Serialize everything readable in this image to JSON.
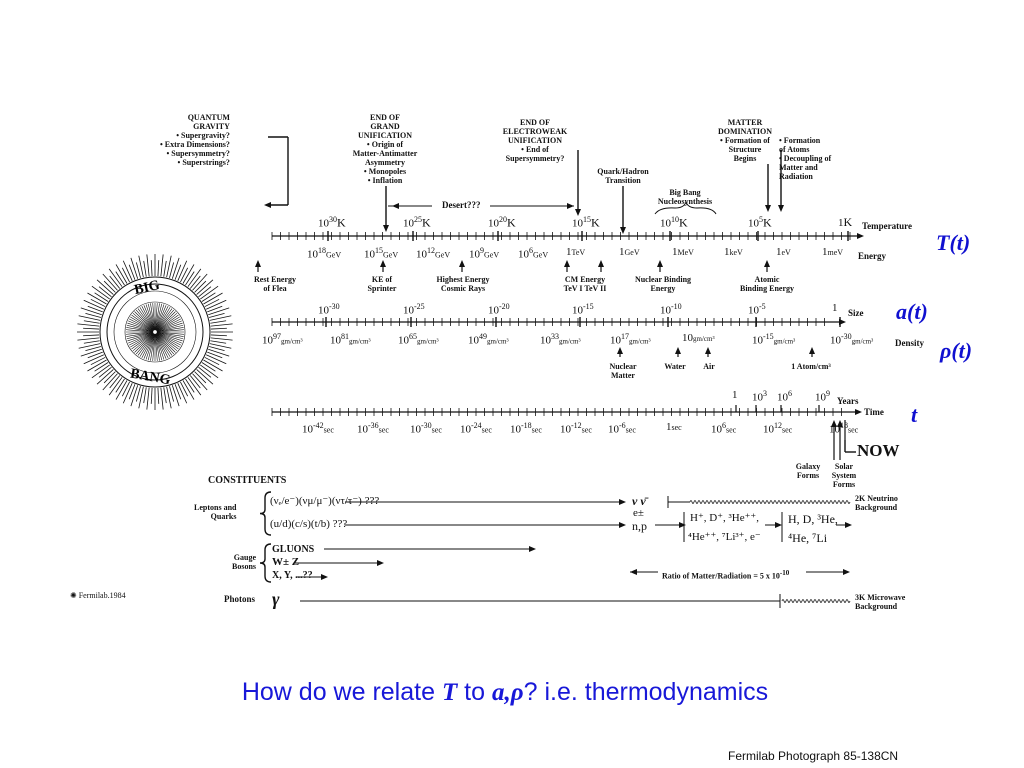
{
  "annotations": {
    "quantum": [
      "QUANTUM",
      "GRAVITY",
      "• Supergravity?",
      "• Extra Dimensions?",
      "• Supersymmetry?",
      "• Superstrings?"
    ],
    "gut": [
      "END OF",
      "GRAND",
      "UNIFICATION",
      "• Origin of",
      "Matter-Antimatter",
      "Asymmetry",
      "• Monopoles",
      "• Inflation"
    ],
    "ew": [
      "END OF",
      "ELECTROWEAK",
      "UNIFICATION",
      "• End of",
      "Supersymmetry?"
    ],
    "qh": [
      "Quark/Hadron",
      "Transition"
    ],
    "bbn": [
      "Big Bang",
      "Nucleosynthesis"
    ],
    "md": [
      "MATTER",
      "DOMINATION",
      "• Formation of",
      "Structure",
      "Begins"
    ],
    "fa": [
      "• Formation",
      "of Atoms",
      "• Decoupling of",
      "Matter and",
      "Radiation"
    ],
    "desert": "Desert???",
    "flea": [
      "Rest Energy",
      "of Flea"
    ],
    "sprinter": [
      "KE of",
      "Sprinter"
    ],
    "cosmic": [
      "Highest Energy",
      "Cosmic Rays"
    ],
    "cm": [
      "CM Energy",
      "TeV I    TeV II"
    ],
    "nbe": [
      "Nuclear Binding",
      "Energy"
    ],
    "abe": [
      "Atomic",
      "Binding Energy"
    ],
    "nm": [
      "Nuclear",
      "Matter"
    ],
    "water": "Water",
    "air": "Air",
    "atom": "1 Atom/cm³",
    "galaxy": [
      "Galaxy",
      "Forms"
    ],
    "solar": [
      "Solar",
      "System",
      "Forms"
    ],
    "now": "NOW"
  },
  "axes": {
    "temperature": {
      "label": "Temperature",
      "ticks": [
        {
          "b": "10",
          "e": "30",
          "u": "K"
        },
        {
          "b": "10",
          "e": "25",
          "u": "K"
        },
        {
          "b": "10",
          "e": "20",
          "u": "K"
        },
        {
          "b": "10",
          "e": "15",
          "u": "K"
        },
        {
          "b": "10",
          "e": "10",
          "u": "K"
        },
        {
          "b": "10",
          "e": "5",
          "u": "K"
        },
        {
          "b": "1",
          "e": "",
          "u": "K"
        }
      ]
    },
    "energy": {
      "label": "Energy",
      "ticks": [
        {
          "b": "10",
          "e": "18",
          "u": "GeV"
        },
        {
          "b": "10",
          "e": "15",
          "u": "GeV"
        },
        {
          "b": "10",
          "e": "12",
          "u": "GeV"
        },
        {
          "b": "10",
          "e": "9",
          "u": "GeV"
        },
        {
          "b": "10",
          "e": "6",
          "u": "GeV"
        },
        {
          "b": "1",
          "e": "",
          "u": "TeV"
        },
        {
          "b": "1",
          "e": "",
          "u": "GeV"
        },
        {
          "b": "1",
          "e": "",
          "u": "MeV"
        },
        {
          "b": "1",
          "e": "",
          "u": "keV"
        },
        {
          "b": "1",
          "e": "",
          "u": "eV"
        },
        {
          "b": "1",
          "e": "",
          "u": "meV"
        }
      ]
    },
    "size": {
      "label": "Size",
      "ticks": [
        {
          "b": "10",
          "e": "-30"
        },
        {
          "b": "10",
          "e": "-25"
        },
        {
          "b": "10",
          "e": "-20"
        },
        {
          "b": "10",
          "e": "-15"
        },
        {
          "b": "10",
          "e": "-10"
        },
        {
          "b": "10",
          "e": "-5"
        },
        {
          "b": "1",
          "e": ""
        }
      ]
    },
    "density": {
      "label": "Density",
      "ticks": [
        {
          "b": "10",
          "e": "97",
          "u": "gm/cm³"
        },
        {
          "b": "10",
          "e": "81",
          "u": "gm/cm³"
        },
        {
          "b": "10",
          "e": "65",
          "u": "gm/cm³"
        },
        {
          "b": "10",
          "e": "49",
          "u": "gm/cm³"
        },
        {
          "b": "10",
          "e": "33",
          "u": "gm/cm³"
        },
        {
          "b": "10",
          "e": "17",
          "u": "gm/cm³"
        },
        {
          "b": "10",
          "e": "",
          "u": "gm/cm³"
        },
        {
          "b": "10",
          "e": "-15",
          "u": "gm/cm³"
        },
        {
          "b": "10",
          "e": "-30",
          "u": "gm/cm³"
        }
      ]
    },
    "years": {
      "label": "Years",
      "ticks": [
        {
          "b": "1",
          "e": ""
        },
        {
          "b": "10",
          "e": "3"
        },
        {
          "b": "10",
          "e": "6"
        },
        {
          "b": "10",
          "e": "9"
        }
      ]
    },
    "time": {
      "label": "Time",
      "ticks": [
        {
          "b": "10",
          "e": "-42",
          "u": "sec"
        },
        {
          "b": "10",
          "e": "-36",
          "u": "sec"
        },
        {
          "b": "10",
          "e": "-30",
          "u": "sec"
        },
        {
          "b": "10",
          "e": "-24",
          "u": "sec"
        },
        {
          "b": "10",
          "e": "-18",
          "u": "sec"
        },
        {
          "b": "10",
          "e": "-12",
          "u": "sec"
        },
        {
          "b": "10",
          "e": "-6",
          "u": "sec"
        },
        {
          "b": "1",
          "e": "",
          "u": "sec"
        },
        {
          "b": "10",
          "e": "6",
          "u": "sec"
        },
        {
          "b": "10",
          "e": "12",
          "u": "sec"
        },
        {
          "b": "10",
          "e": "18",
          "u": "sec"
        }
      ]
    }
  },
  "functions": {
    "T": "T(t)",
    "a": "a(t)",
    "rho": "ρ(t)",
    "t": "t"
  },
  "constituents": {
    "title": "CONSTITUENTS",
    "leptons_label": [
      "Leptons and",
      "Quarks"
    ],
    "leptons": "(νₑ/e⁻)(νμ/μ⁻)(ντ/τ⁻) ???",
    "quarks": "(u/d)(c/s)(t/b) ???",
    "gauge_label": [
      "Gauge",
      "Bosons"
    ],
    "gluons": "GLUONS",
    "wz": "W± Z",
    "xy": "X, Y, ...??",
    "photons_label": "Photons",
    "gamma": "γ",
    "nu_end": "ν ν̄",
    "e_end": "e±",
    "np": "n,p",
    "nuclei1": "H⁺, D⁺, ³He⁺⁺,",
    "nuclei2": "⁴He⁺⁺, ⁷Li³⁺, e⁻",
    "atoms1": "H, D, ³He,",
    "atoms2": "⁴He, ⁷Li",
    "neutrino_bg": [
      "2K Neutrino",
      "Background"
    ],
    "microwave_bg": [
      "3K Microwave",
      "Background"
    ],
    "ratio": "Ratio of Matter/Radiation = 5 x 10",
    "ratio_exp": "-10"
  },
  "logo": {
    "big": "BIG",
    "bang": "BANG"
  },
  "fermilab_small": "Fermilab.1984",
  "caption": {
    "pre": "How do we relate ",
    "T": "T",
    "mid": " to ",
    "arho": "a,ρ",
    "post": "?  i.e. thermodynamics"
  },
  "credit": "Fermilab Photograph 85-138CN"
}
